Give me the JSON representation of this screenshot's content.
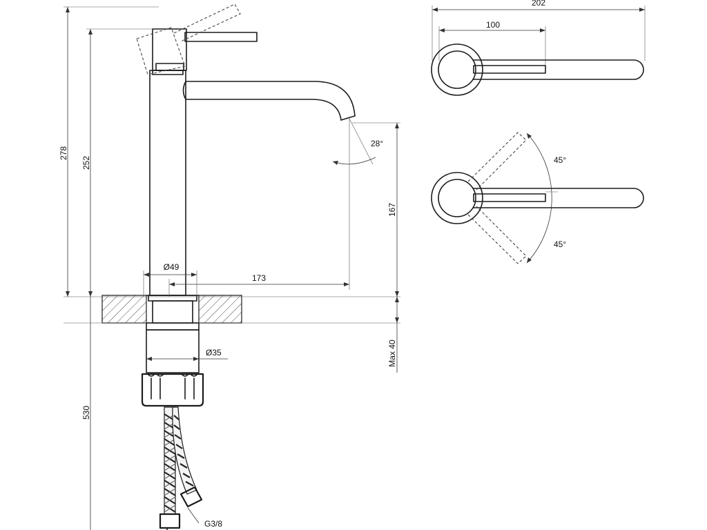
{
  "dimensions": {
    "overall_height": "278",
    "body_height": "252",
    "spout_clearance": "167",
    "spout_reach": "173",
    "base_diameter": "Ø49",
    "thread_diameter": "Ø35",
    "max_thickness": "Max 40",
    "hose_length": "530",
    "connection": "G3/8",
    "top_width": "202",
    "handle_length": "100",
    "spout_angle": "28°",
    "swivel_angle_upper": "45°",
    "swivel_angle_lower": "45°"
  }
}
